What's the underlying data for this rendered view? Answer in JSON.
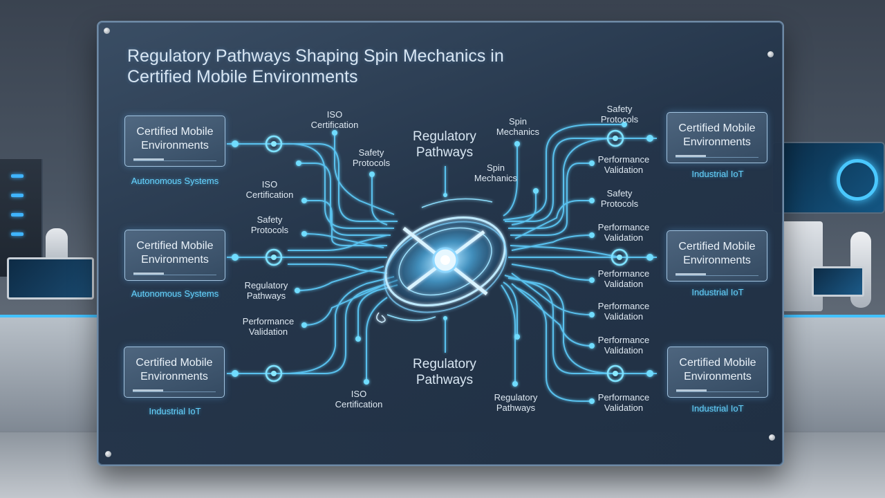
{
  "title": "Regulatory Pathways Shaping Spin Mechanics in Certified Mobile Environments",
  "nodes": {
    "left_top": {
      "label": "Certified Mobile Environments",
      "sub": "Autonomous Systems"
    },
    "left_mid": {
      "label": "Certified Mobile Environments",
      "sub": "Autonomous Systems"
    },
    "left_bot": {
      "label": "Certified Mobile Environments",
      "sub": "Industrial IoT"
    },
    "right_top": {
      "label": "Certified Mobile Environments",
      "sub": "Industrial IoT"
    },
    "right_mid": {
      "label": "Certified Mobile Environments",
      "sub": "Industrial IoT"
    },
    "right_bot": {
      "label": "Certified Mobile Environments",
      "sub": "Industrial IoT"
    }
  },
  "labels": {
    "iso_top": "ISO Certification",
    "safety_top": "Safety Protocols",
    "iso_left": "ISO Certification",
    "safety_left": "Safety Protocols",
    "regulatory_left": "Regulatory Pathways",
    "performance_left": "Performance Validation",
    "iso_bottom": "ISO Certification",
    "regulatory_center_top": "Regulatory Pathways",
    "regulatory_center_bottom": "Regulatory Pathways",
    "spin_top": "Spin Mechanics",
    "spin_mid": "Spin Mechanics",
    "regulatory_bottom_right": "Regulatory Pathways",
    "safety_right_top": "Safety Protocols",
    "performance_right_1": "Performance Validation",
    "safety_right_2": "Safety Protocols",
    "performance_right_2": "Performance Validation",
    "performance_right_3": "Performance Validation",
    "performance_right_4": "Performance Validation",
    "performance_right_5": "Performance Validation",
    "performance_right_6": "Performance Validation"
  }
}
